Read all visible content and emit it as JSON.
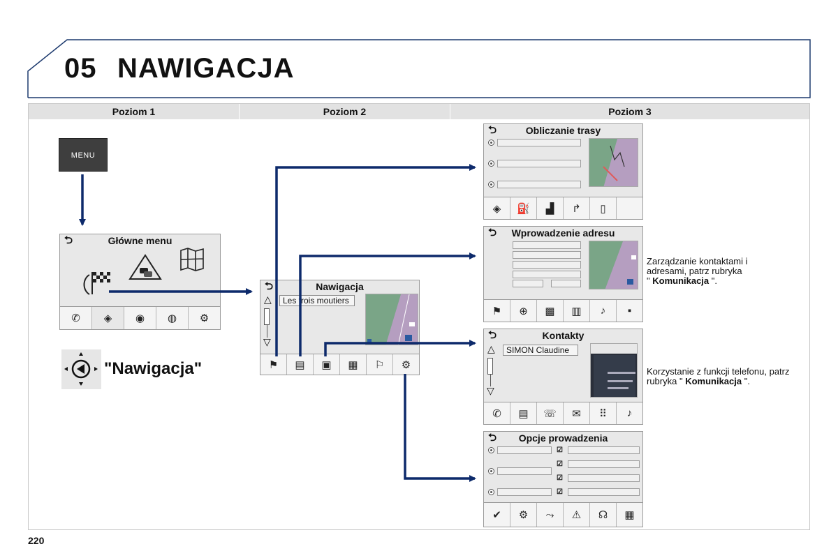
{
  "header": {
    "chapter_number": "05",
    "chapter_title": "NAWIGACJA"
  },
  "columns": [
    "Poziom 1",
    "Poziom 2",
    "Poziom 3"
  ],
  "menu_button": {
    "label": "MENU"
  },
  "main_menu": {
    "title": "Główne menu",
    "toolbar_icons": [
      "bluetooth-phone-icon",
      "navigation-icon",
      "media-icon",
      "internet-icon",
      "settings-icon"
    ]
  },
  "nav_key": {
    "label": "\"Nawigacja\""
  },
  "nav_screen": {
    "title": "Nawigacja",
    "input_value": "Les trois moutiers",
    "toolbar_icons": [
      "destination-flag-icon",
      "address-icon",
      "contacts-icon",
      "map-icon",
      "flag-icon",
      "options-icon"
    ]
  },
  "route_screen": {
    "title": "Obliczanie trasy",
    "toolbar_icons": [
      "navigation-icon",
      "fuel-icon",
      "vehicle-icon",
      "guidance-icon",
      "card-icon"
    ]
  },
  "address_screen": {
    "title": "Wprowadzenie adresu",
    "toolbar_icons": [
      "destination-flag-icon",
      "gps-icon",
      "parking-icon",
      "poi-icon",
      "guidance-icon",
      "save-icon"
    ]
  },
  "contacts_screen": {
    "title": "Kontakty",
    "input_value": "SIMON Claudine",
    "toolbar_icons": [
      "phone-icon",
      "contact-card-icon",
      "call-icon",
      "sms-icon",
      "keypad-icon",
      "guidance-icon"
    ]
  },
  "options_screen": {
    "title": "Opcje prowadzenia",
    "toolbar_icons": [
      "confirm-icon",
      "options-icon",
      "route-icon",
      "traffic-icon",
      "voice-icon",
      "map-icon"
    ]
  },
  "notes": {
    "contacts_note_1": "Zarządzanie kontaktami i adresami, patrz rubryka",
    "contacts_note_quote_open": "\"",
    "contacts_note_bold": " Komunikacja ",
    "contacts_note_end": "\".",
    "phone_note_1": "Korzystanie z funkcji telefonu, patrz rubryka \"",
    "phone_note_bold": " Komunikacja ",
    "phone_note_end": "\"."
  },
  "page_number": "220",
  "colors": {
    "arrow": "#0d2a6b",
    "panel": "#e8e8e8",
    "column_header": "#e2e2e2",
    "title_line": "#1d3a6e"
  }
}
